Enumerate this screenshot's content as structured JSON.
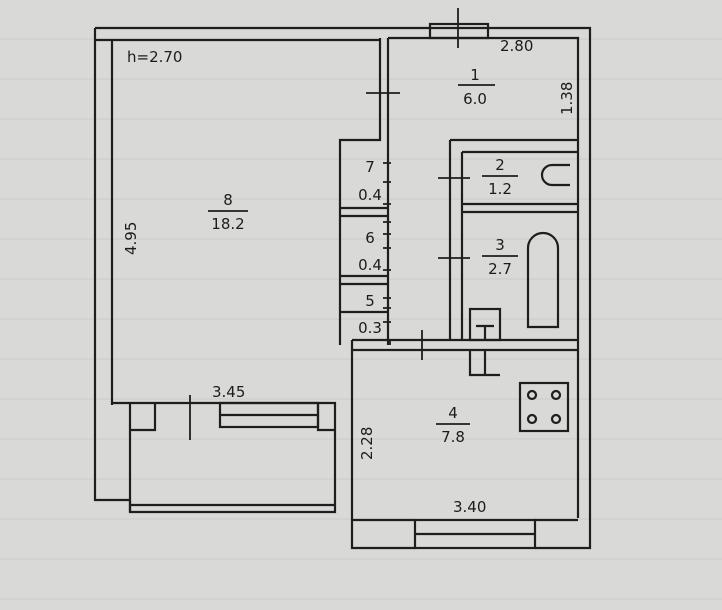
{
  "ceiling_height": "h=2.70",
  "dimensions": {
    "room1_width": "2.80",
    "room1_depth": "1.38",
    "room8_depth": "4.95",
    "room8_width": "3.45",
    "kitchen_depth": "2.28",
    "kitchen_width": "3.40"
  },
  "rooms": [
    {
      "number": "1",
      "area": "6.0"
    },
    {
      "number": "2",
      "area": "1.2"
    },
    {
      "number": "3",
      "area": "2.7"
    },
    {
      "number": "4",
      "area": "7.8"
    },
    {
      "number": "5",
      "area": "0.3"
    },
    {
      "number": "6",
      "area": "0.4"
    },
    {
      "number": "7",
      "area": "0.4"
    },
    {
      "number": "8",
      "area": "18.2"
    }
  ]
}
